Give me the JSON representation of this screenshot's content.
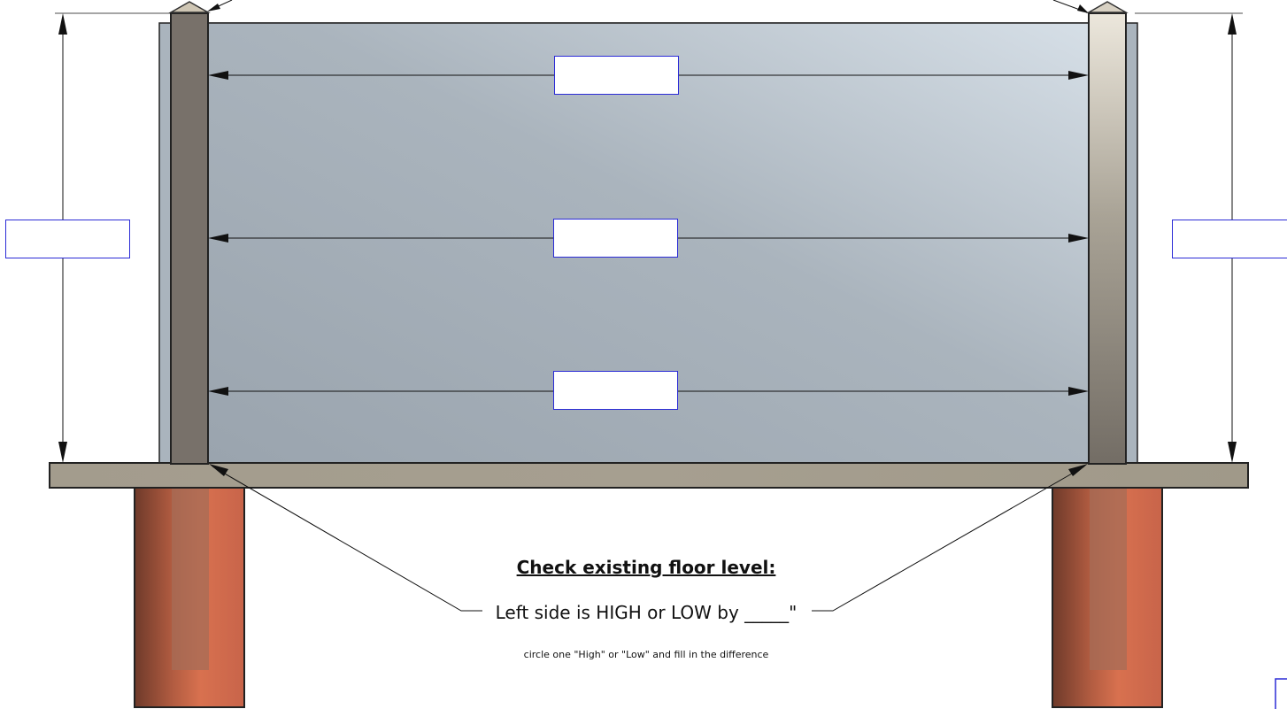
{
  "floor_check": {
    "heading": "Check existing floor  level:",
    "sentence": "Left side is HIGH or LOW by _____\"",
    "instruction": "circle one  \"High\" or \"Low\"  and fill in the difference"
  },
  "measurement_fields": {
    "width_top": "",
    "width_middle": "",
    "width_bottom": "",
    "height_left": "",
    "height_right": ""
  },
  "colors": {
    "panel_light": "#d6dfe7",
    "panel_dark": "#9aa4ae",
    "left_post": "#78716a",
    "right_post_light": "#ece7dc",
    "right_post_dark": "#736d65",
    "floor_slab": "#a59e8f",
    "pier": "#c8694c",
    "field_border": "#2b2bd6"
  }
}
